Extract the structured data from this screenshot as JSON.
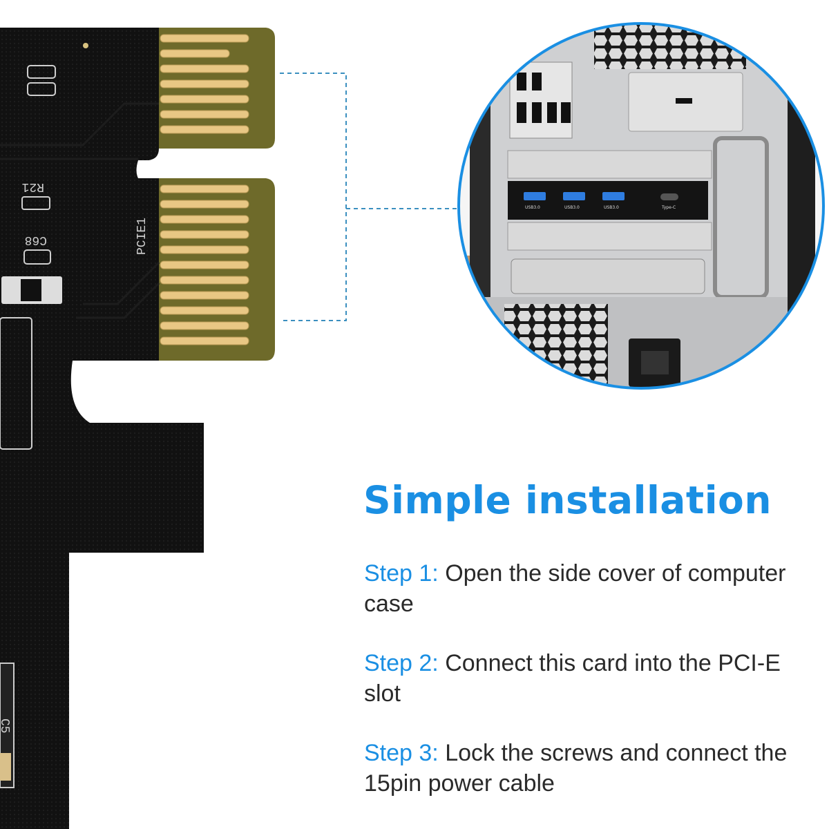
{
  "title": "Simple installation",
  "steps": [
    {
      "label": "Step 1:",
      "text": " Open the side cover of computer case"
    },
    {
      "label": "Step 2:",
      "text": " Connect this card into the PCI-E slot"
    },
    {
      "label": "Step 3:",
      "text": " Lock the screws and connect the 15pin power cable"
    }
  ],
  "pcb_labels": [
    "R21",
    "C68",
    "PCIE1",
    "C5"
  ],
  "ports": [
    "USB3.0",
    "USB3.0",
    "USB3.0",
    "Type-C"
  ],
  "colors": {
    "accent": "#1a8fe3",
    "pcb": "#0d0d0d",
    "gold": "#e8c784",
    "circle_border": "#1a8fe3"
  }
}
